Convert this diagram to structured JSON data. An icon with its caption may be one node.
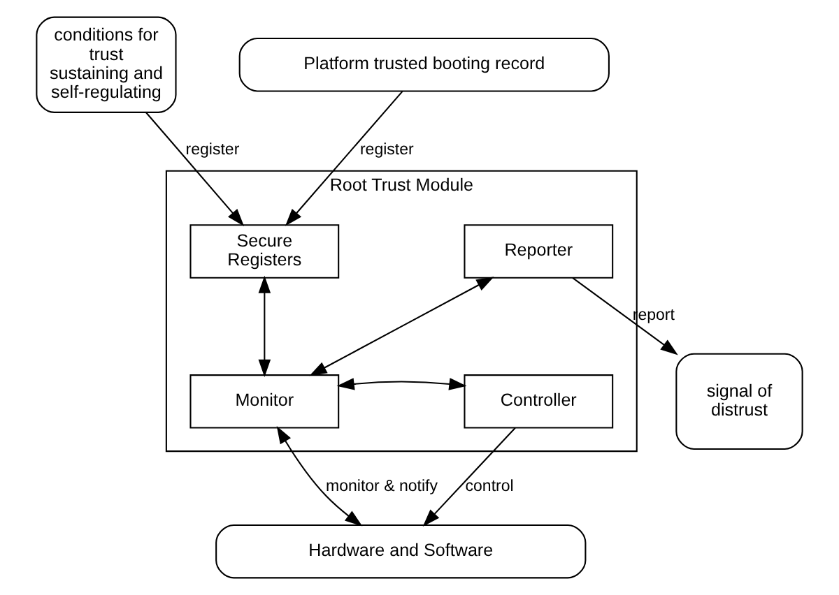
{
  "diagram": {
    "nodes": [
      {
        "text": [
          "Platform trusted booting record"
        ]
      },
      {
        "text": [
          "conditions for trust sustaining and self-regulating"
        ]
      },
      {
        "text": [
          "Root Trust Module"
        ]
      },
      {
        "text": [
          "Secure Registers"
        ],
        "in": 2
      },
      {
        "text": [
          "Reporter"
        ],
        "in": 2
      },
      {
        "text": [
          "Monitor"
        ],
        "in": 2
      },
      {
        "text": [
          "Controller"
        ],
        "in": 2
      },
      {
        "text": [
          "signal of distrust"
        ]
      },
      {
        "text": [
          "Hardware and Software"
        ]
      }
    ],
    "edges": [
      {
        "from": 0,
        "to": 3,
        "arrow": "to",
        "label": "register"
      },
      {
        "from": 1,
        "to": 3,
        "arrow": "to",
        "label": "register"
      },
      {
        "from": 4,
        "to": 7,
        "arrow": "to",
        "label": "report"
      },
      {
        "from": 3,
        "to": 5,
        "arrow": "both"
      },
      {
        "from": 5,
        "to": 4,
        "arrow": "both"
      },
      {
        "from": 5,
        "to": 6,
        "arrow": "both"
      },
      {
        "from": 5,
        "to": 8,
        "arrow": "both",
        "label": "monitor & notify"
      },
      {
        "from": 6,
        "to": 8,
        "arrow": "to",
        "label": "control"
      }
    ]
  }
}
